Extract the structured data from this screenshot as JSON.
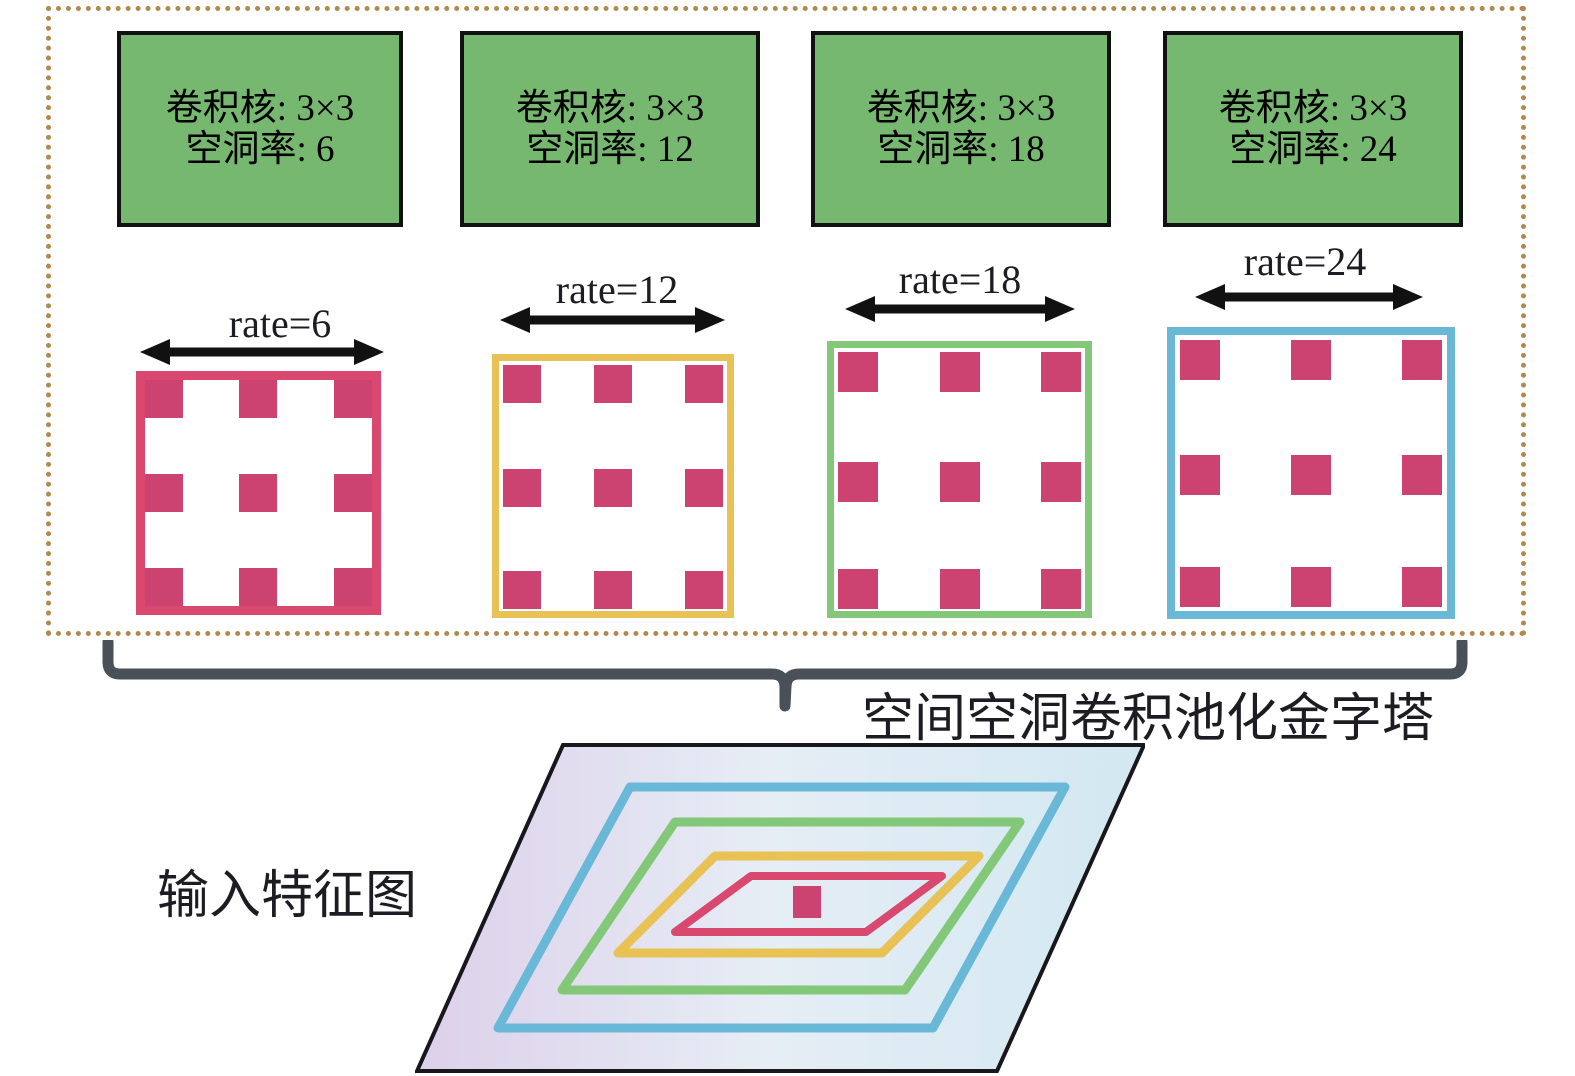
{
  "figure": {
    "title_group": "空间空洞卷积池化金字塔",
    "input_label": "输入特征图"
  },
  "colors": {
    "frame_border": "#b08a4a",
    "kernel_box_fill": "#76b870",
    "kernel_box_border": "#111111",
    "dot": "#cc4371",
    "rate6": "#d9486f",
    "rate12": "#e8c254",
    "rate18": "#82c878",
    "rate24": "#6ab8d8",
    "brace": "#4a5058",
    "fmap_left": "#ddd2e8",
    "fmap_right": "#d4e8f0",
    "fmap_border": "#1a1a1a"
  },
  "kernel_boxes": [
    {
      "kernel": "卷积核: 3×3",
      "rate": "空洞率: 6"
    },
    {
      "kernel": "卷积核: 3×3",
      "rate": "空洞率: 12"
    },
    {
      "kernel": "卷积核: 3×3",
      "rate": "空洞率: 18"
    },
    {
      "kernel": "卷积核: 3×3",
      "rate": "空洞率: 24"
    }
  ],
  "rate_labels": [
    {
      "text": "rate=6",
      "value": 6
    },
    {
      "text": "rate=12",
      "value": 12
    },
    {
      "text": "rate=18",
      "value": 18
    },
    {
      "text": "rate=24",
      "value": 24
    }
  ],
  "chart_data": {
    "type": "diagram",
    "title": "空间空洞卷积池化金字塔",
    "description": "Atrous Spatial Pyramid Pooling with four parallel 3×3 dilated convolution branches",
    "branches": [
      {
        "kernel_size": "3×3",
        "dilation_rate": 6,
        "grid_color": "#d9486f",
        "sampling_points": 9
      },
      {
        "kernel_size": "3×3",
        "dilation_rate": 12,
        "grid_color": "#e8c254",
        "sampling_points": 9
      },
      {
        "kernel_size": "3×3",
        "dilation_rate": 18,
        "grid_color": "#82c878",
        "sampling_points": 9
      },
      {
        "kernel_size": "3×3",
        "dilation_rate": 24,
        "grid_color": "#6ab8d8",
        "sampling_points": 9
      }
    ],
    "input": "输入特征图",
    "receptive_field_rings": [
      24,
      18,
      12,
      6
    ]
  }
}
